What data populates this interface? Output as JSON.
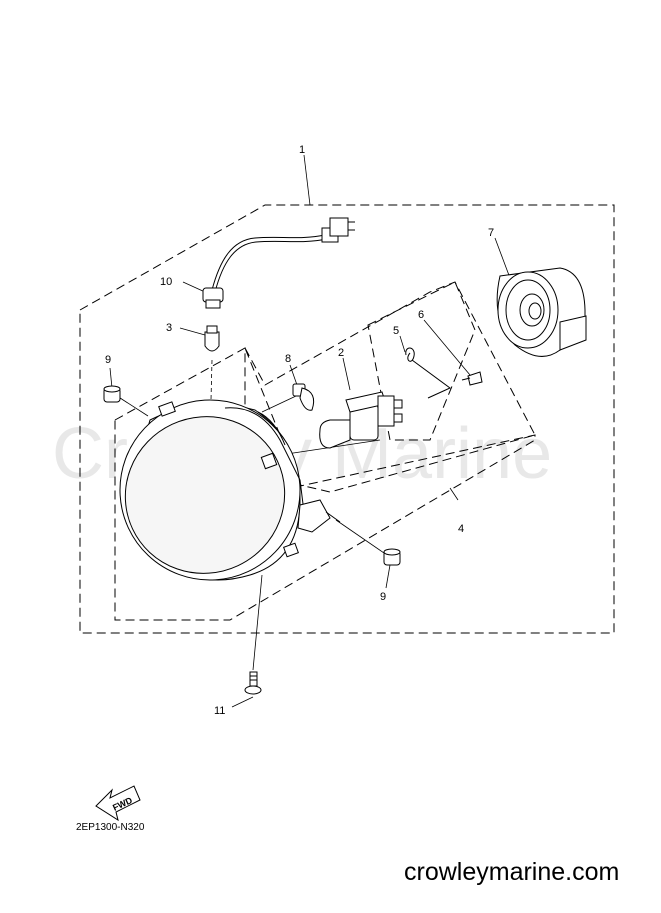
{
  "watermark": "Crowley Marine",
  "callouts": [
    "1",
    "2",
    "3",
    "4",
    "5",
    "6",
    "7",
    "8",
    "9",
    "9",
    "10",
    "11"
  ],
  "fwd_label": "FWD",
  "diagram_code": "2EP1300-N320",
  "site": "crowleymarine.com"
}
